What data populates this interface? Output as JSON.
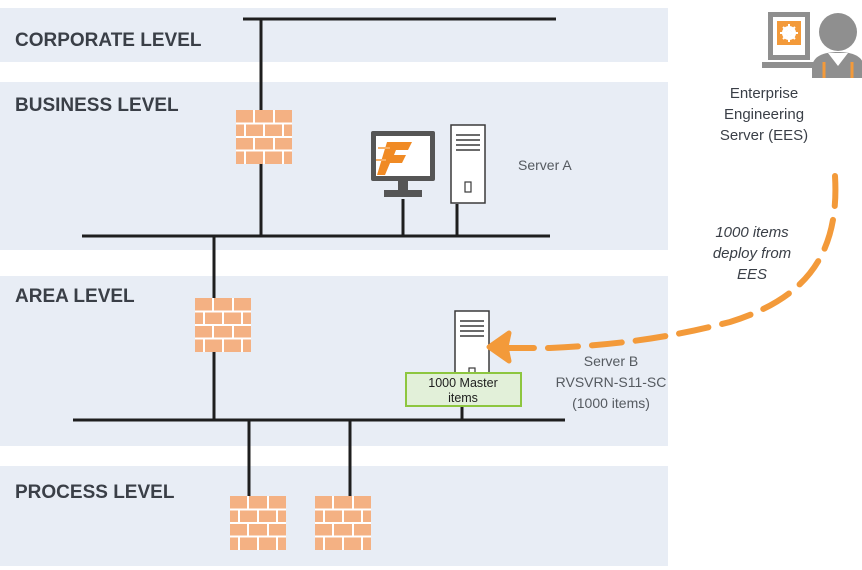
{
  "levels": {
    "corporate": "CORPORATE LEVEL",
    "business": "BUSINESS LEVEL",
    "area": "AREA LEVEL",
    "process": "PROCESS LEVEL"
  },
  "ees": {
    "line1": "Enterprise",
    "line2": "Engineering",
    "line3": "Server (EES)"
  },
  "deploy": {
    "line1": "1000 items",
    "line2": "deploy from",
    "line3": "EES"
  },
  "server_a": {
    "label": "Server A"
  },
  "server_b": {
    "line1": "Server B",
    "line2": "RVSVRN-S11-SC",
    "line3": "(1000 items)"
  },
  "master_items": {
    "line1": "1000 Master",
    "line2": "items"
  },
  "colors": {
    "band": "#e8edf5",
    "firewall_brick": "#f4b183",
    "accent_orange": "#f39a3a",
    "master_fill": "#e2f0d9",
    "master_border": "#8dc63f"
  }
}
